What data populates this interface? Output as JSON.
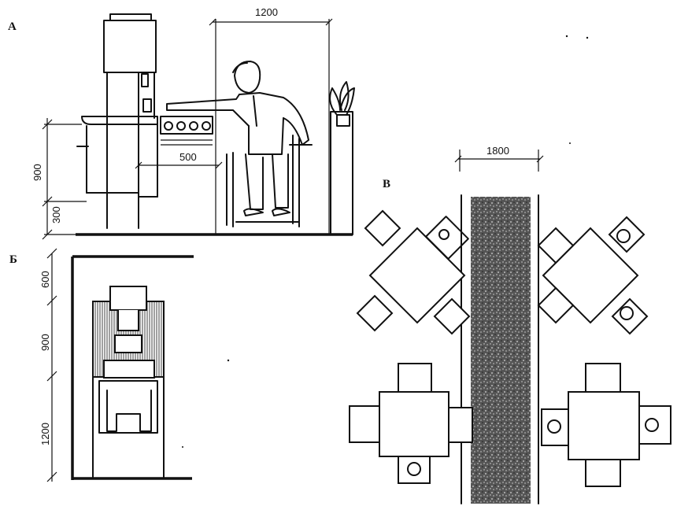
{
  "labels": {
    "panel_a": "А",
    "panel_b": "Б",
    "panel_v": "В"
  },
  "dimensions": {
    "a_width": "1200",
    "a_reach": "500",
    "a_height_900": "900",
    "a_height_300": "300",
    "b_600": "600",
    "b_900": "900",
    "b_1200": "1200",
    "v_aisle": "1800"
  }
}
